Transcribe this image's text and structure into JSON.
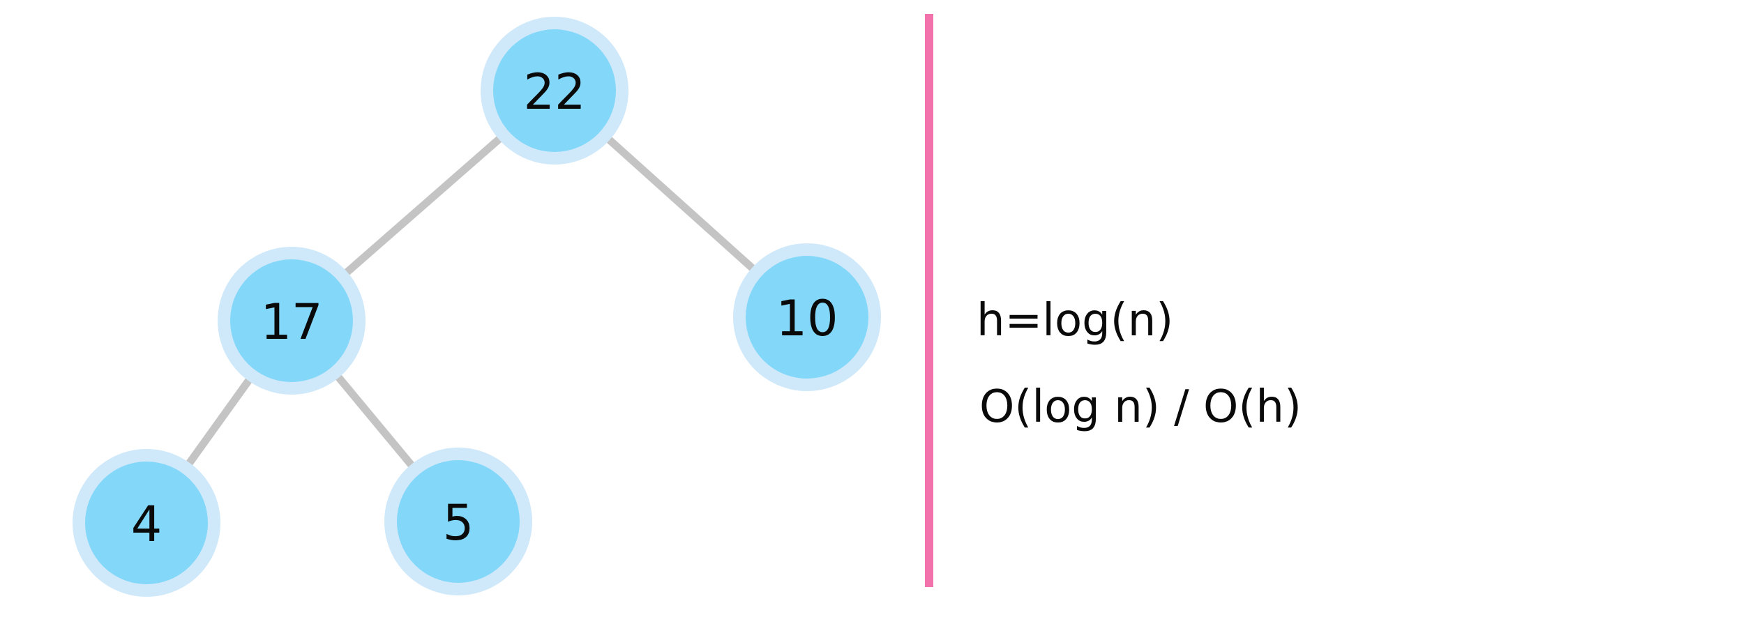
{
  "tree": {
    "nodes": [
      {
        "id": "n22",
        "label": "22"
      },
      {
        "id": "n17",
        "label": "17"
      },
      {
        "id": "n10",
        "label": "10"
      },
      {
        "id": "n4",
        "label": "4"
      },
      {
        "id": "n5",
        "label": "5"
      }
    ],
    "edges": [
      {
        "from": "n22",
        "to": "n17"
      },
      {
        "from": "n22",
        "to": "n10"
      },
      {
        "from": "n17",
        "to": "n4"
      },
      {
        "from": "n17",
        "to": "n5"
      }
    ]
  },
  "notes": {
    "height_formula": "h=log(n)",
    "complexity": "O(log n) / O(h)"
  },
  "colors": {
    "node_fill": "#83d7f9",
    "node_ring": "#cfe9fa",
    "edge": "#c4c4c4",
    "divider": "#f273ab",
    "text": "#0a0a0a"
  }
}
